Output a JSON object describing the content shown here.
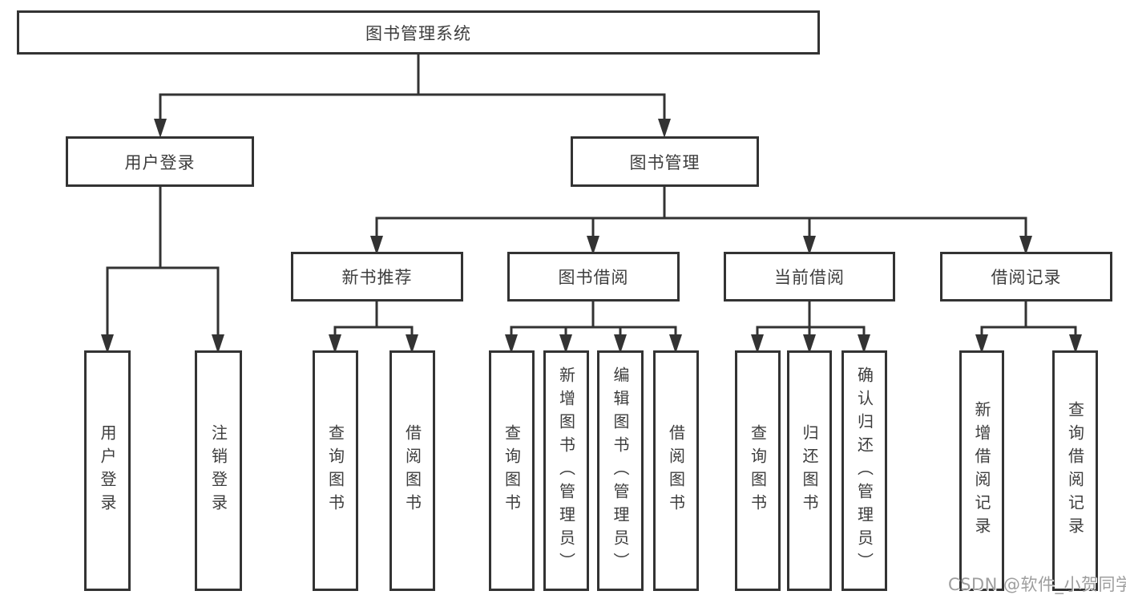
{
  "diagram": {
    "title": "图书管理系统",
    "tree": {
      "root": {
        "label": "图书管理系统",
        "children": [
          {
            "label": "用户登录",
            "children": [
              {
                "label": "用户登录"
              },
              {
                "label": "注销登录"
              }
            ]
          },
          {
            "label": "图书管理",
            "children": [
              {
                "label": "新书推荐",
                "children": [
                  {
                    "label": "查询图书"
                  },
                  {
                    "label": "借阅图书"
                  }
                ]
              },
              {
                "label": "图书借阅",
                "children": [
                  {
                    "label": "查询图书"
                  },
                  {
                    "label": "新增图书（管理员）"
                  },
                  {
                    "label": "编辑图书（管理员）"
                  },
                  {
                    "label": "借阅图书"
                  }
                ]
              },
              {
                "label": "当前借阅",
                "children": [
                  {
                    "label": "查询图书"
                  },
                  {
                    "label": "归还图书"
                  },
                  {
                    "label": "确认归还（管理员）"
                  }
                ]
              },
              {
                "label": "借阅记录",
                "children": [
                  {
                    "label": "新增借阅记录"
                  },
                  {
                    "label": "查询借阅记录"
                  }
                ]
              }
            ]
          }
        ]
      }
    },
    "colors": {
      "line": "#333333",
      "box_border": "#333333",
      "box_fill": "#ffffff",
      "text": "#3d3d3d",
      "background": "#ffffff",
      "watermark": "#9e9e9e"
    }
  },
  "watermark": {
    "text": "CSDN @软件_小贺同学"
  }
}
